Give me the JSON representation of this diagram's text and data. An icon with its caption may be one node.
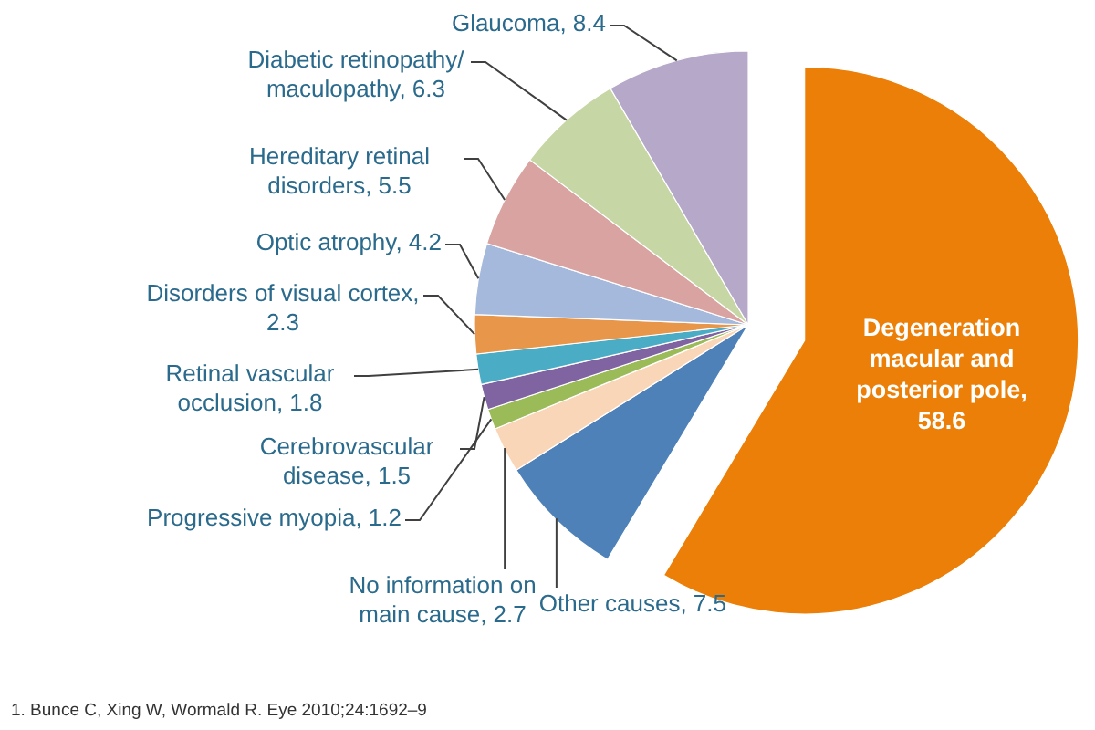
{
  "diagram": {
    "chart_data": {
      "type": "pie",
      "categories": [
        "Degeneration macular and posterior pole, 58.6",
        "Other causes, 7.5",
        "No information on main cause, 2.7",
        "Progressive myopia, 1.2",
        "Cerebrovascular disease, 1.5",
        "Retinal vascular occlusion, 1.8",
        "Disorders of visual cortex, 2.3",
        "Optic atrophy, 4.2",
        "Hereditary retinal disorders, 5.5",
        "Diabetic retinopathy/ maculopathy, 6.3",
        "Glaucoma, 8.4"
      ],
      "values": [
        58.6,
        7.5,
        2.7,
        1.2,
        1.5,
        1.8,
        2.3,
        4.2,
        5.5,
        6.3,
        8.4
      ]
    },
    "labels": [
      "1. Bunce C, Xing W, Wormald R. Eye 2010;24:1692–9"
    ]
  }
}
